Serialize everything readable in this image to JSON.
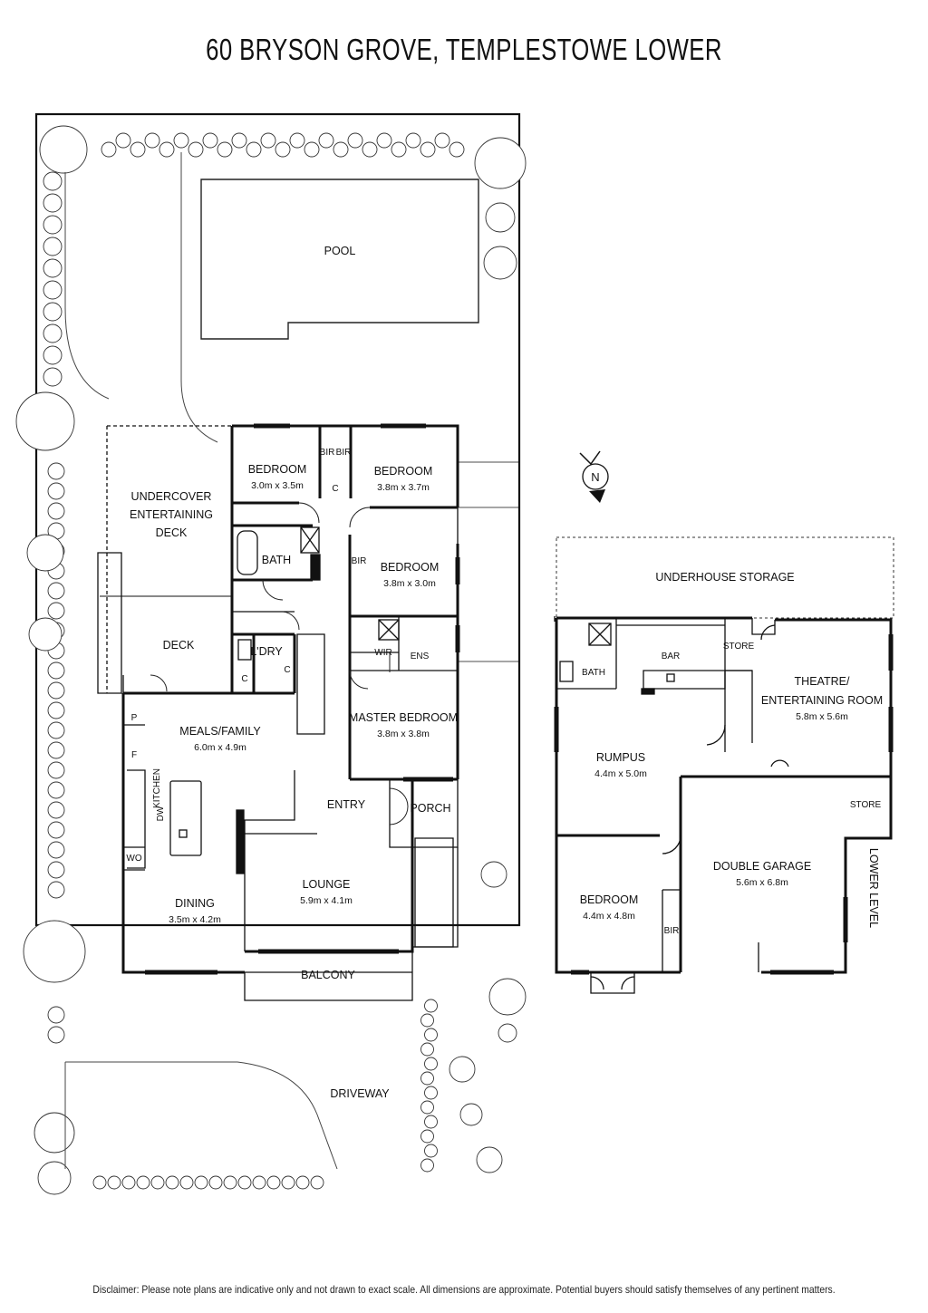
{
  "title": "60 BRYSON GROVE, TEMPLESTOWE LOWER",
  "disclaimer": "Disclaimer: Please note plans are indicative only and not drawn to exact scale. All dimensions are approximate. Potential buyers should satisfy themselves of any pertinent matters.",
  "compass": "N",
  "main_level": {
    "pool": "POOL",
    "bedroom_2": {
      "name": "BEDROOM",
      "dim": "3.0m x 3.5m"
    },
    "bedroom_3": {
      "name": "BEDROOM",
      "dim": "3.8m x 3.7m"
    },
    "bedroom_4": {
      "name": "BEDROOM",
      "dim": "3.8m x 3.0m"
    },
    "bir_1": "BIR",
    "bir_2": "BIR",
    "bir_3": "BIR",
    "c_1": "C",
    "c_2": "C",
    "c_3": "C",
    "bath": "BATH",
    "laundry": "L'DRY",
    "wir": "WIR",
    "ens": "ENS",
    "master": {
      "name": "MASTER BEDROOM",
      "dim": "3.8m x 3.8m"
    },
    "undercover": [
      "UNDERCOVER",
      "ENTERTAINING",
      "DECK"
    ],
    "deck": "DECK",
    "meals": {
      "name": "MEALS/FAMILY",
      "dim": "6.0m x 4.9m"
    },
    "pantry": "P",
    "fridge": "F",
    "kitchen": "KITCHEN",
    "dw": "DW",
    "wo": "WO",
    "entry": "ENTRY",
    "porch": "PORCH",
    "lounge": {
      "name": "LOUNGE",
      "dim": "5.9m x 4.1m"
    },
    "dining": {
      "name": "DINING",
      "dim": "3.5m x 4.2m"
    },
    "balcony": "BALCONY",
    "driveway": "DRIVEWAY"
  },
  "lower_level": {
    "label": "LOWER LEVEL",
    "underhouse": "UNDERHOUSE STORAGE",
    "bath": "BATH",
    "bar": "BAR",
    "store_1": "STORE",
    "store_2": "STORE",
    "theatre": {
      "name": [
        "THEATRE/",
        "ENTERTAINING ROOM"
      ],
      "dim": "5.8m x 5.6m"
    },
    "rumpus": {
      "name": "RUMPUS",
      "dim": "4.4m x 5.0m"
    },
    "bedroom": {
      "name": "BEDROOM",
      "dim": "4.4m x 4.8m"
    },
    "bir": "BIR",
    "garage": {
      "name": "DOUBLE GARAGE",
      "dim": "5.6m x 6.8m"
    }
  }
}
